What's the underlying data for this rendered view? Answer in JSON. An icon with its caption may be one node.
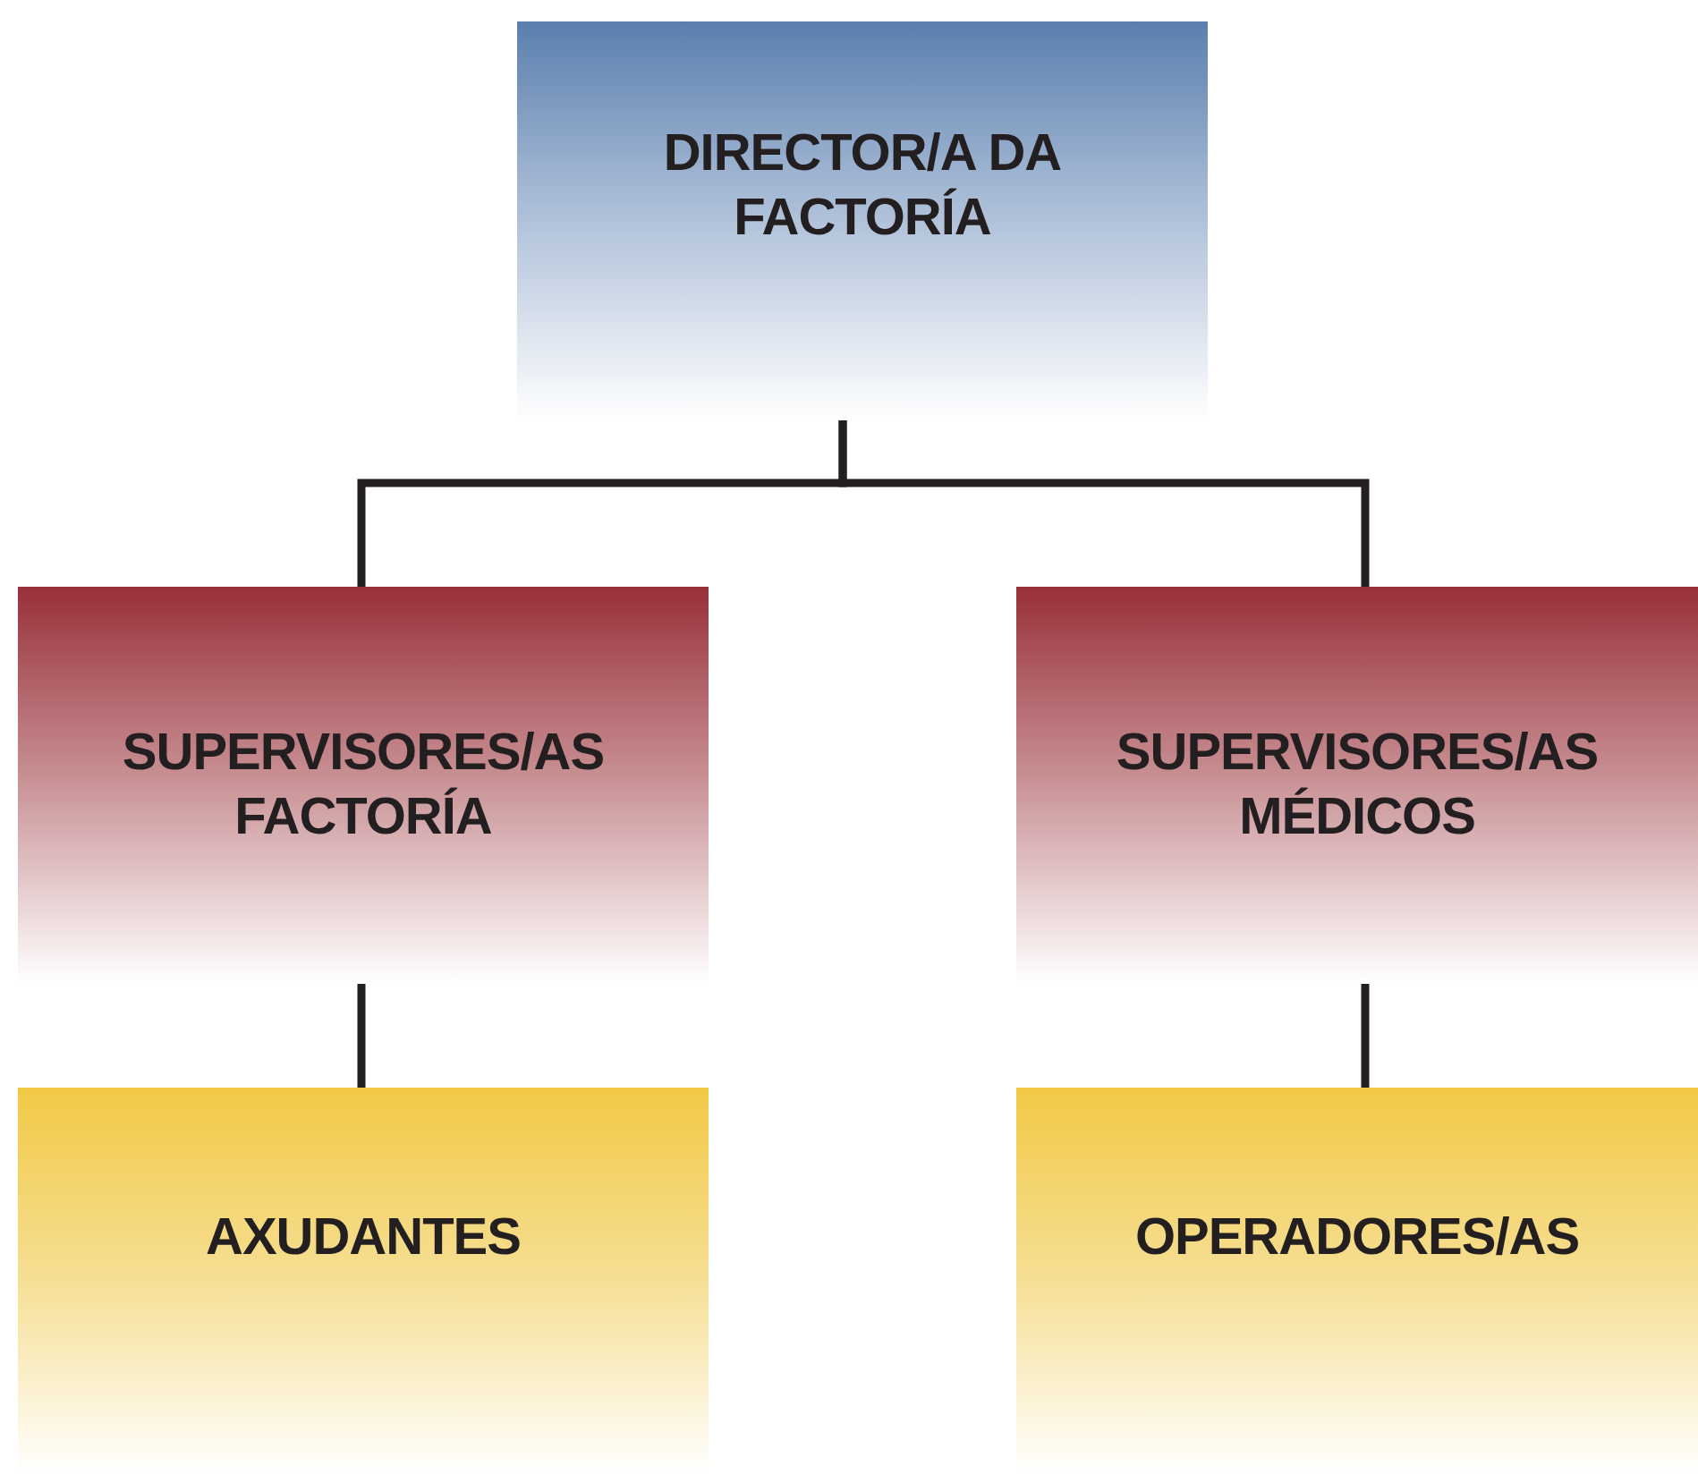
{
  "diagram": {
    "nodes": [
      {
        "text": [
          "DIRECTOR/A DA FACTORÍA"
        ]
      },
      {
        "text": [
          "SUPERVISORES/AS FACTORÍA"
        ]
      },
      {
        "text": [
          "SUPERVISORES/AS MÉDICOS"
        ]
      },
      {
        "text": [
          "AXUDANTES"
        ]
      },
      {
        "text": [
          "OPERADORES/AS"
        ]
      }
    ],
    "edges": [
      {
        "from": 0,
        "to": 1,
        "arrow": "none"
      },
      {
        "from": 0,
        "to": 2,
        "arrow": "none"
      },
      {
        "from": 1,
        "to": 3,
        "arrow": "none"
      },
      {
        "from": 2,
        "to": 4,
        "arrow": "none"
      }
    ]
  }
}
